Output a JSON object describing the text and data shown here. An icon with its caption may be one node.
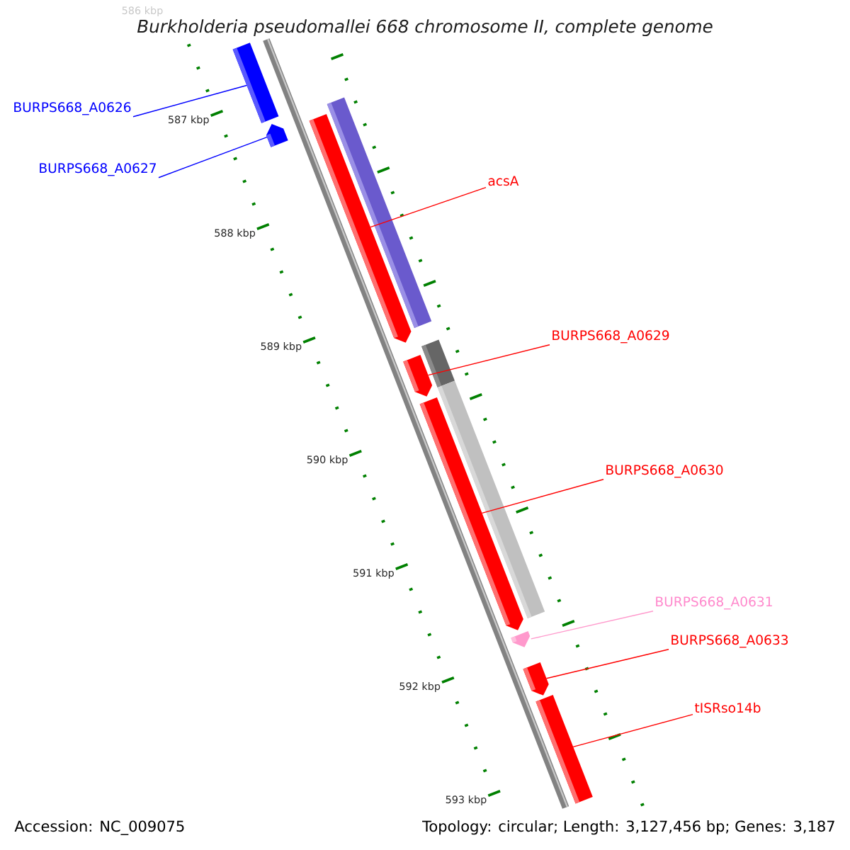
{
  "diagram": {
    "title": "Burkholderia pseudomallei 668 chromosome II, complete genome",
    "nodes": [
      {
        "text": [
          "BURPS668_A0626"
        ]
      },
      {
        "text": [
          "BURPS668_A0627"
        ]
      },
      {
        "text": [
          "acsA"
        ]
      },
      {
        "text": [
          "BURPS668_A0629"
        ]
      },
      {
        "text": [
          "BURPS668_A0630"
        ]
      },
      {
        "text": [
          "BURPS668_A0631"
        ]
      },
      {
        "text": [
          "BURPS668_A0633"
        ]
      },
      {
        "text": [
          "tISRso14b"
        ]
      },
      {
        "text": [],
        "shape": "bar"
      },
      {
        "text": [],
        "shape": "bar"
      },
      {
        "text": [],
        "shape": "bar"
      },
      {
        "text": [],
        "shape": "bar"
      },
      {
        "text": [],
        "shape": "bar"
      },
      {
        "text": [],
        "shape": "bar"
      },
      {
        "text": [],
        "shape": "bar"
      },
      {
        "text": [],
        "shape": "bar"
      },
      {
        "text": [],
        "shape": "bar"
      },
      {
        "text": [],
        "shape": "bar"
      },
      {
        "text": [],
        "shape": "bar"
      }
    ],
    "edges": [
      {
        "from": 0,
        "to": 8,
        "arrow": "none",
        "color": "#0000ff"
      },
      {
        "from": 1,
        "to": 9,
        "arrow": "none",
        "color": "#0000ff"
      },
      {
        "from": 2,
        "to": 10,
        "arrow": "none"
      },
      {
        "from": 3,
        "to": 13,
        "arrow": "none"
      },
      {
        "from": 4,
        "to": 14,
        "arrow": "none"
      },
      {
        "from": 5,
        "to": 16,
        "arrow": "none",
        "color": "#ff99cc"
      },
      {
        "from": 6,
        "to": 17,
        "arrow": "none"
      },
      {
        "from": 7,
        "to": 18,
        "arrow": "none"
      }
    ],
    "labels": [
      "586 kbp",
      "587 kbp",
      "588 kbp",
      "589 kbp",
      "590 kbp",
      "591 kbp",
      "592 kbp",
      "593 kbp",
      "Accession: NC_009075",
      "Topology: circular; Length: 3,127,456 bp; Genes: 3,187"
    ]
  }
}
